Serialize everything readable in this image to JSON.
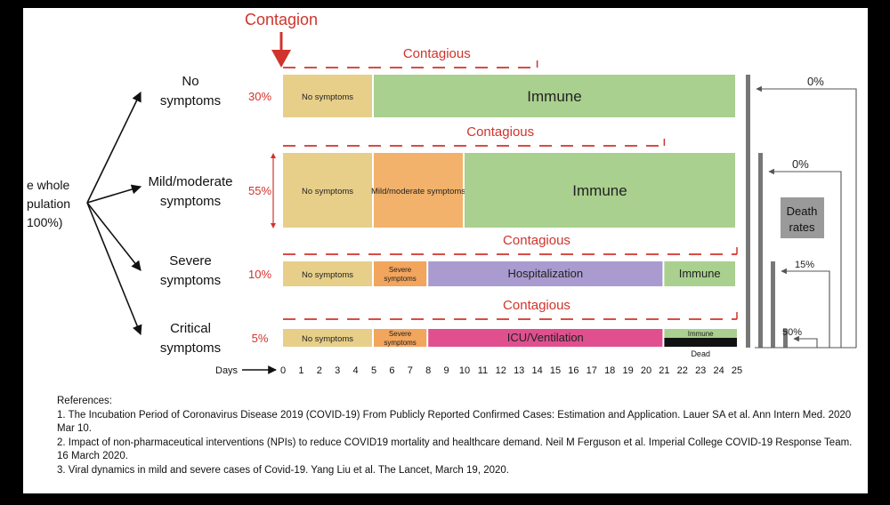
{
  "contagion_label": "Contagion",
  "contagious_label": "Contagious",
  "population_lines": [
    "e whole",
    "pulation",
    "100%)"
  ],
  "days_label": "Days",
  "days": [
    "0",
    "1",
    "2",
    "3",
    "4",
    "5",
    "6",
    "7",
    "8",
    "9",
    "10",
    "11",
    "12",
    "13",
    "14",
    "15",
    "16",
    "17",
    "18",
    "19",
    "20",
    "21",
    "22",
    "23",
    "24",
    "25"
  ],
  "groups": [
    {
      "label_lines": [
        "No",
        "symptoms"
      ],
      "percent": "30%",
      "contagious_end": 14,
      "segments": [
        {
          "text": "No symptoms",
          "start": 0,
          "end": 5,
          "color": "#e7cf8a"
        },
        {
          "text": "Immune",
          "start": 5,
          "end": 25,
          "color": "#a9d08e"
        }
      ]
    },
    {
      "label_lines": [
        "Mild/moderate",
        "symptoms"
      ],
      "percent": "55%",
      "contagious_end": 21,
      "segments": [
        {
          "text": "No symptoms",
          "start": 0,
          "end": 5,
          "color": "#e7cf8a"
        },
        {
          "text": "Mild/moderate symptoms",
          "start": 5,
          "end": 10,
          "color": "#f2b26b"
        },
        {
          "text": "Immune",
          "start": 10,
          "end": 25,
          "color": "#a9d08e"
        }
      ]
    },
    {
      "label_lines": [
        "Severe",
        "symptoms"
      ],
      "percent": "10%",
      "contagious_end": 25,
      "segments": [
        {
          "text": "No symptoms",
          "start": 0,
          "end": 5,
          "color": "#e7cf8a"
        },
        {
          "text": "Severe symptoms",
          "start": 5,
          "end": 8,
          "color": "#f2a55c"
        },
        {
          "text": "Hospitalization",
          "start": 8,
          "end": 21,
          "color": "#a99bcf"
        },
        {
          "text": "Immune",
          "start": 21,
          "end": 25,
          "color": "#a9d08e"
        }
      ]
    },
    {
      "label_lines": [
        "Critical",
        "symptoms"
      ],
      "percent": "5%",
      "contagious_end": 25,
      "segments": [
        {
          "text": "No symptoms",
          "start": 0,
          "end": 5,
          "color": "#e7cf8a"
        },
        {
          "text": "Severe symptoms",
          "start": 5,
          "end": 8,
          "color": "#f2a55c"
        },
        {
          "text": "ICU/Ventilation",
          "start": 8,
          "end": 21,
          "color": "#e0508f"
        }
      ],
      "immune_text": "Immune",
      "dead_text": "Dead"
    }
  ],
  "death_rates_label": [
    "Death",
    "rates"
  ],
  "death_rates": [
    "0%",
    "0%",
    "15%",
    "50%"
  ],
  "references_title": "References:",
  "references": [
    "1. The Incubation Period of Coronavirus Disease 2019 (COVID-19) From Publicly Reported Confirmed Cases: Estimation and Application. Lauer SA et al. Ann Intern Med. 2020 Mar 10.",
    "2. Impact of non-pharmaceutical interventions (NPIs) to reduce COVID19 mortality and healthcare demand. Neil M Ferguson et al. Imperial College COVID-19 Response Team. 16 March 2020.",
    "3. Viral dynamics in mild and severe cases of Covid-19. Yang Liu et al. The Lancet, March 19, 2020."
  ],
  "colors": {
    "red": "#d0342c",
    "immune": "#a9d08e",
    "arrow": "#111111",
    "bar_gray": "#777777"
  }
}
